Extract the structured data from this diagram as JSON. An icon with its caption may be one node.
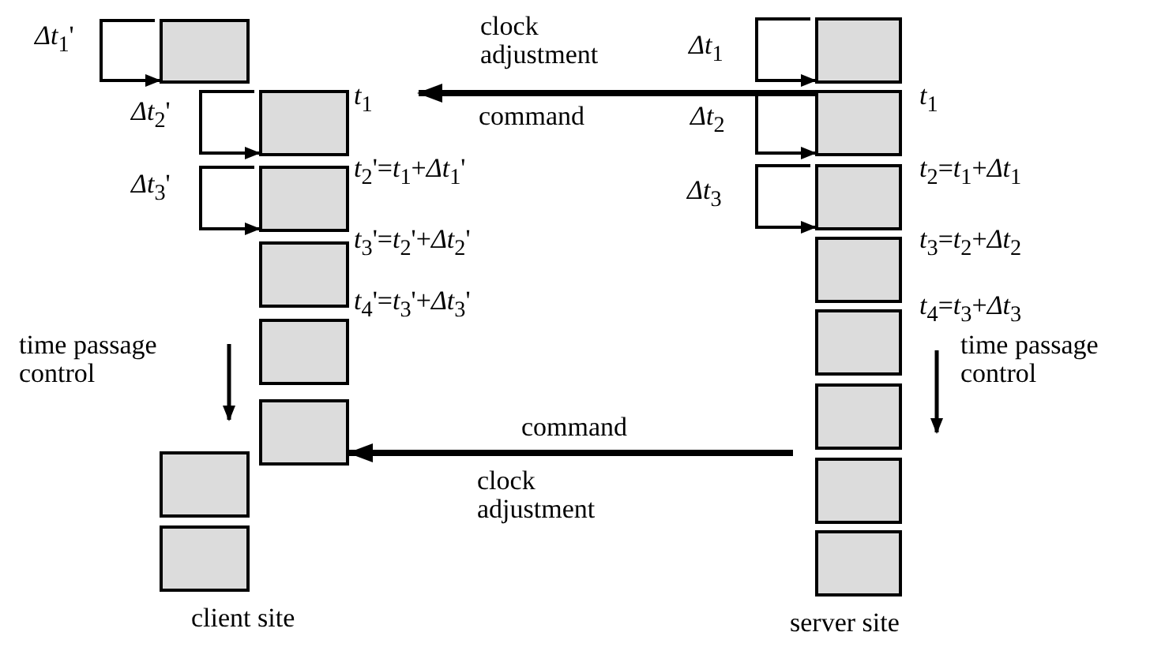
{
  "diagram": {
    "nodes": [
      {
        "text": [],
        "shape": "box"
      },
      {
        "text": [],
        "shape": "box"
      },
      {
        "text": [],
        "shape": "box"
      },
      {
        "text": [],
        "shape": "box"
      },
      {
        "text": [],
        "shape": "box"
      },
      {
        "text": [],
        "shape": "box"
      },
      {
        "text": [],
        "shape": "box"
      },
      {
        "text": [],
        "shape": "box",
        "beside": [
          "client site"
        ]
      },
      {
        "text": [],
        "shape": "box"
      },
      {
        "text": [],
        "shape": "box"
      },
      {
        "text": [],
        "shape": "box"
      },
      {
        "text": [],
        "shape": "box"
      },
      {
        "text": [],
        "shape": "box"
      },
      {
        "text": [],
        "shape": "box"
      },
      {
        "text": [],
        "shape": "box"
      },
      {
        "text": [],
        "shape": "box",
        "beside": [
          "server site"
        ]
      }
    ],
    "edges": [
      {
        "from": 0,
        "to": 0,
        "arrow": "to",
        "label": "*Δt*$_{1}$'"
      },
      {
        "from": 8,
        "to": 8,
        "arrow": "to",
        "label": "*Δt*$_{1}$"
      },
      {
        "from": 9,
        "to": null,
        "arrow": "to",
        "label": "clock adjustment",
        "style": "thick"
      },
      {
        "from": 1,
        "to": 1,
        "arrow": "to",
        "label": "*Δt*$_{2}$'"
      },
      {
        "from": 9,
        "to": 9,
        "arrow": "to",
        "label": "*Δt*$_{2}$"
      },
      {
        "from": 2,
        "to": 2,
        "arrow": "to",
        "label": "*Δt*$_{3}$'"
      },
      {
        "from": 10,
        "to": 10,
        "arrow": "to",
        "label": "*Δt*$_{3}$"
      },
      {
        "from": null,
        "to": 5,
        "arrow": "to",
        "label": "command",
        "style": "thick"
      }
    ],
    "labels": [
      "*t*$_{1}$",
      "command",
      "*t*$_{1}$",
      "*t*$_{2}$'=*t*$_{1}$+*Δt*$_{1}$'",
      "*t*$_{2}$=*t*$_{1}$+*Δt*$_{1}$",
      "*t*$_{3}$'=*t*$_{2}$'+*Δt*$_{2}$'",
      "*t*$_{3}$=*t*$_{2}$+*Δt*$_{2}$",
      "*t*$_{4}$'=*t*$_{3}$'+*Δt*$_{3}$'",
      "*t*$_{4}$=*t*$_{3}$+*Δt*$_{3}$",
      "time passage control",
      "time passage control",
      "clock adjustment"
    ]
  }
}
